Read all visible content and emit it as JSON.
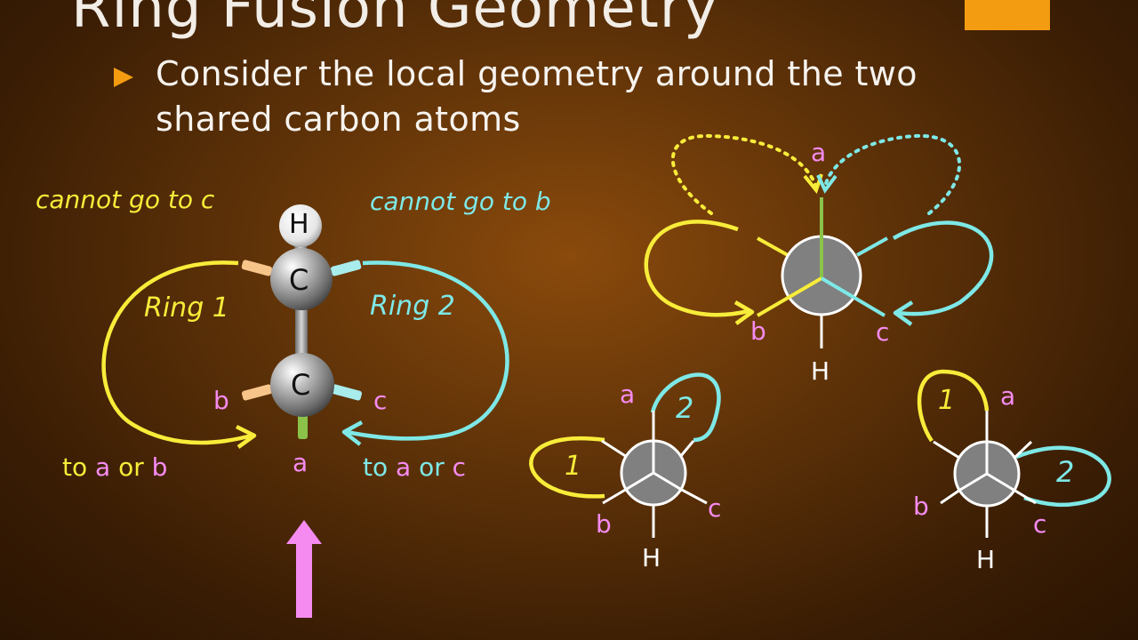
{
  "slide": {
    "title": "Ring Fusion Geometry",
    "bullet": "Consider the local geometry around the two shared carbon atoms"
  },
  "model": {
    "left_note": "cannot go to c",
    "right_note": "cannot go to b",
    "ring1_label": "Ring 1",
    "ring2_label": "Ring 2",
    "left_target": [
      "to ",
      "a",
      " or ",
      "b"
    ],
    "right_target": [
      "to ",
      "a",
      " or ",
      "c"
    ],
    "hydrogen": "H",
    "carbon_top": "C",
    "carbon_bottom": "C",
    "sub_b": "b",
    "sub_c": "c",
    "sub_a": "a"
  },
  "newman_top": {
    "a": "a",
    "b": "b",
    "c": "c",
    "h": "H"
  },
  "newman_left": {
    "a": "a",
    "b": "b",
    "c": "c",
    "h": "H",
    "ring1": "1",
    "ring2": "2"
  },
  "newman_right": {
    "a": "a",
    "b": "b",
    "c": "c",
    "h": "H",
    "ring1": "1",
    "ring2": "2"
  },
  "colors": {
    "ring1": "#f8ec3a",
    "ring2": "#7ee8e6",
    "substituent_label": "#f58bf0",
    "accent": "#f39c12"
  }
}
